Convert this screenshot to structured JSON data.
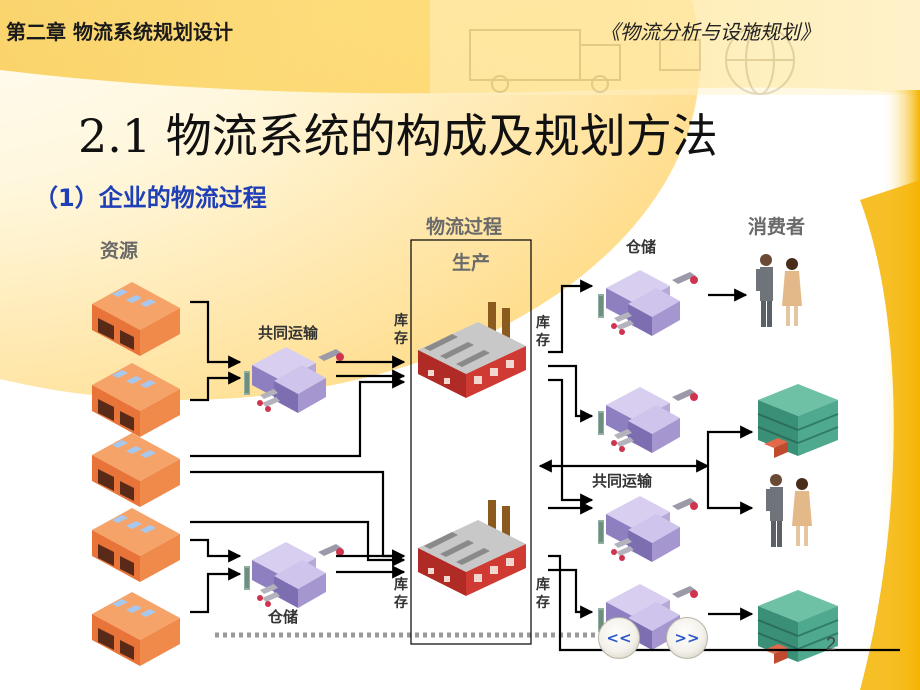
{
  "header": {
    "chapter": "第二章   物流系统规划设计",
    "book": "《物流分析与设施规划》"
  },
  "title": "2.1 物流系统的构成及规划方法",
  "subtitle": "（1）企业的物流过程",
  "diagram": {
    "resources_label": "资源",
    "process_label": "物流过程",
    "production_label": "生产",
    "consumer_label": "消费者",
    "joint_transport_label": "共同运输",
    "joint_transport_label_2": "共同运输",
    "storage_label_top": "仓储",
    "storage_label_bottom": "仓储",
    "inventory_labels": [
      "库存",
      "库存",
      "库存",
      "库存"
    ]
  },
  "nav": {
    "prev": "<<",
    "next": ">>"
  },
  "page_number": "2",
  "colors": {
    "subtitle_blue": "#1f3fb8",
    "resource_orange": "#f08a4b",
    "warehouse_purple": "#b6a8d8",
    "factory_red": "#c4302b",
    "retail_teal": "#3f9e84",
    "band_yellow": "#f5b800"
  }
}
